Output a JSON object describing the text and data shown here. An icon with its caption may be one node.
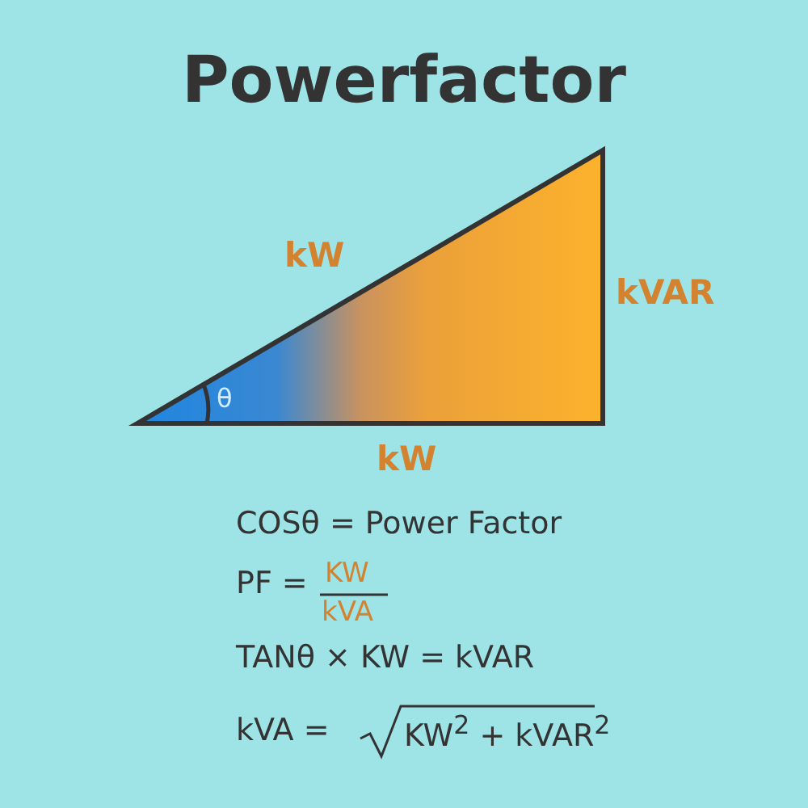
{
  "diagram": {
    "title": "Powerfactor",
    "labels": [
      "kW",
      "kVAR",
      "θ",
      "kW",
      "COSθ = Power Factor",
      "PF =",
      "KW",
      "kVA",
      "TANθ × KW = kVAR",
      "kVA =",
      "KW$^{2}$ + kVAR$^{2}$"
    ]
  }
}
